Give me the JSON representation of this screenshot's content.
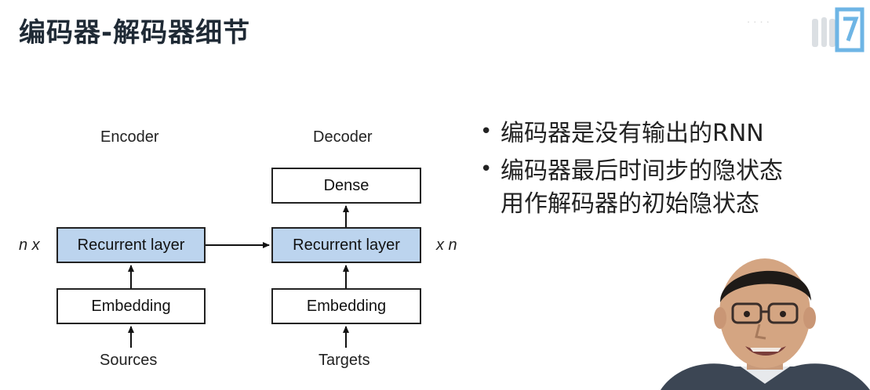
{
  "header": {
    "title": "编码器-解码器细节"
  },
  "diagram": {
    "encoder": {
      "heading": "Encoder",
      "repeat_label": "n x",
      "recurrent_label": "Recurrent layer",
      "embedding_label": "Embedding",
      "input_label": "Sources"
    },
    "decoder": {
      "heading": "Decoder",
      "dense_label": "Dense",
      "repeat_label": "x n",
      "recurrent_label": "Recurrent layer",
      "embedding_label": "Embedding",
      "input_label": "Targets"
    },
    "colors": {
      "recurrent_fill": "#bcd4ee",
      "box_border": "#222222"
    }
  },
  "bullets": [
    {
      "text": "编码器是没有输出的RNN"
    },
    {
      "text": "编码器最后时间步的隐状态\n用作解码器的初始隐状态"
    }
  ],
  "icons": {
    "logo": "bilibili-logo-icon",
    "presenter": "presenter-video-overlay"
  }
}
